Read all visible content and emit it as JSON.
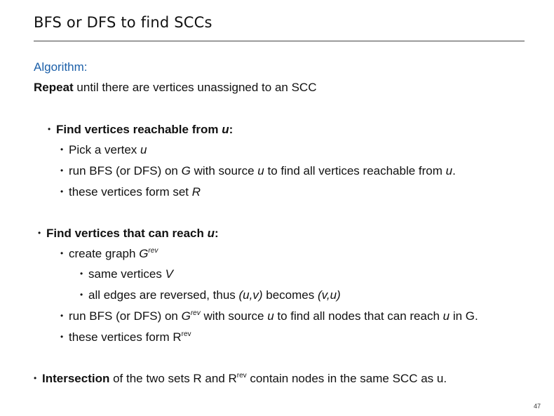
{
  "title": "BFS or DFS to find SCCs",
  "algorithm_label": "Algorithm:",
  "repeat_bold": "Repeat",
  "repeat_rest": " until there are vertices unassigned to an SCC",
  "bullet": "•",
  "s1": {
    "head_a": "Find vertices reachable from ",
    "head_u": "u",
    "head_colon": ":",
    "i1_a": "Pick a vertex ",
    "i1_u": "u",
    "i2_a": "run BFS (or DFS) on ",
    "i2_g": "G",
    "i2_b": " with source ",
    "i2_u": "u",
    "i2_c": " to find all vertices reachable from ",
    "i2_u2": "u",
    "i2_end": ".",
    "i3_a": "these vertices form set ",
    "i3_r": "R"
  },
  "s2": {
    "head_a": "Find vertices that can reach ",
    "head_u": "u",
    "head_colon": ":",
    "i1_a": "create graph ",
    "i1_g": "G",
    "i1_sup": "rev",
    "i1a_a": "same vertices ",
    "i1a_v": "V",
    "i1b_a": "all edges are reversed, thus ",
    "i1b_uv": "(u,v)",
    "i1b_b": " becomes ",
    "i1b_vu": "(v,u)",
    "i2_a": "run BFS (or DFS) on ",
    "i2_g": "G",
    "i2_sup": "rev",
    "i2_b": " with source ",
    "i2_u": "u",
    "i2_c": " to find all nodes that can reach ",
    "i2_u2": "u",
    "i2_d": " in G.",
    "i3_a": "these vertices form R",
    "i3_sup": "rev"
  },
  "s3": {
    "bold": "Intersection",
    "a": " of the two sets R and R",
    "sup": "rev",
    "b": " contain nodes in the same SCC as u."
  },
  "page_number": "47"
}
